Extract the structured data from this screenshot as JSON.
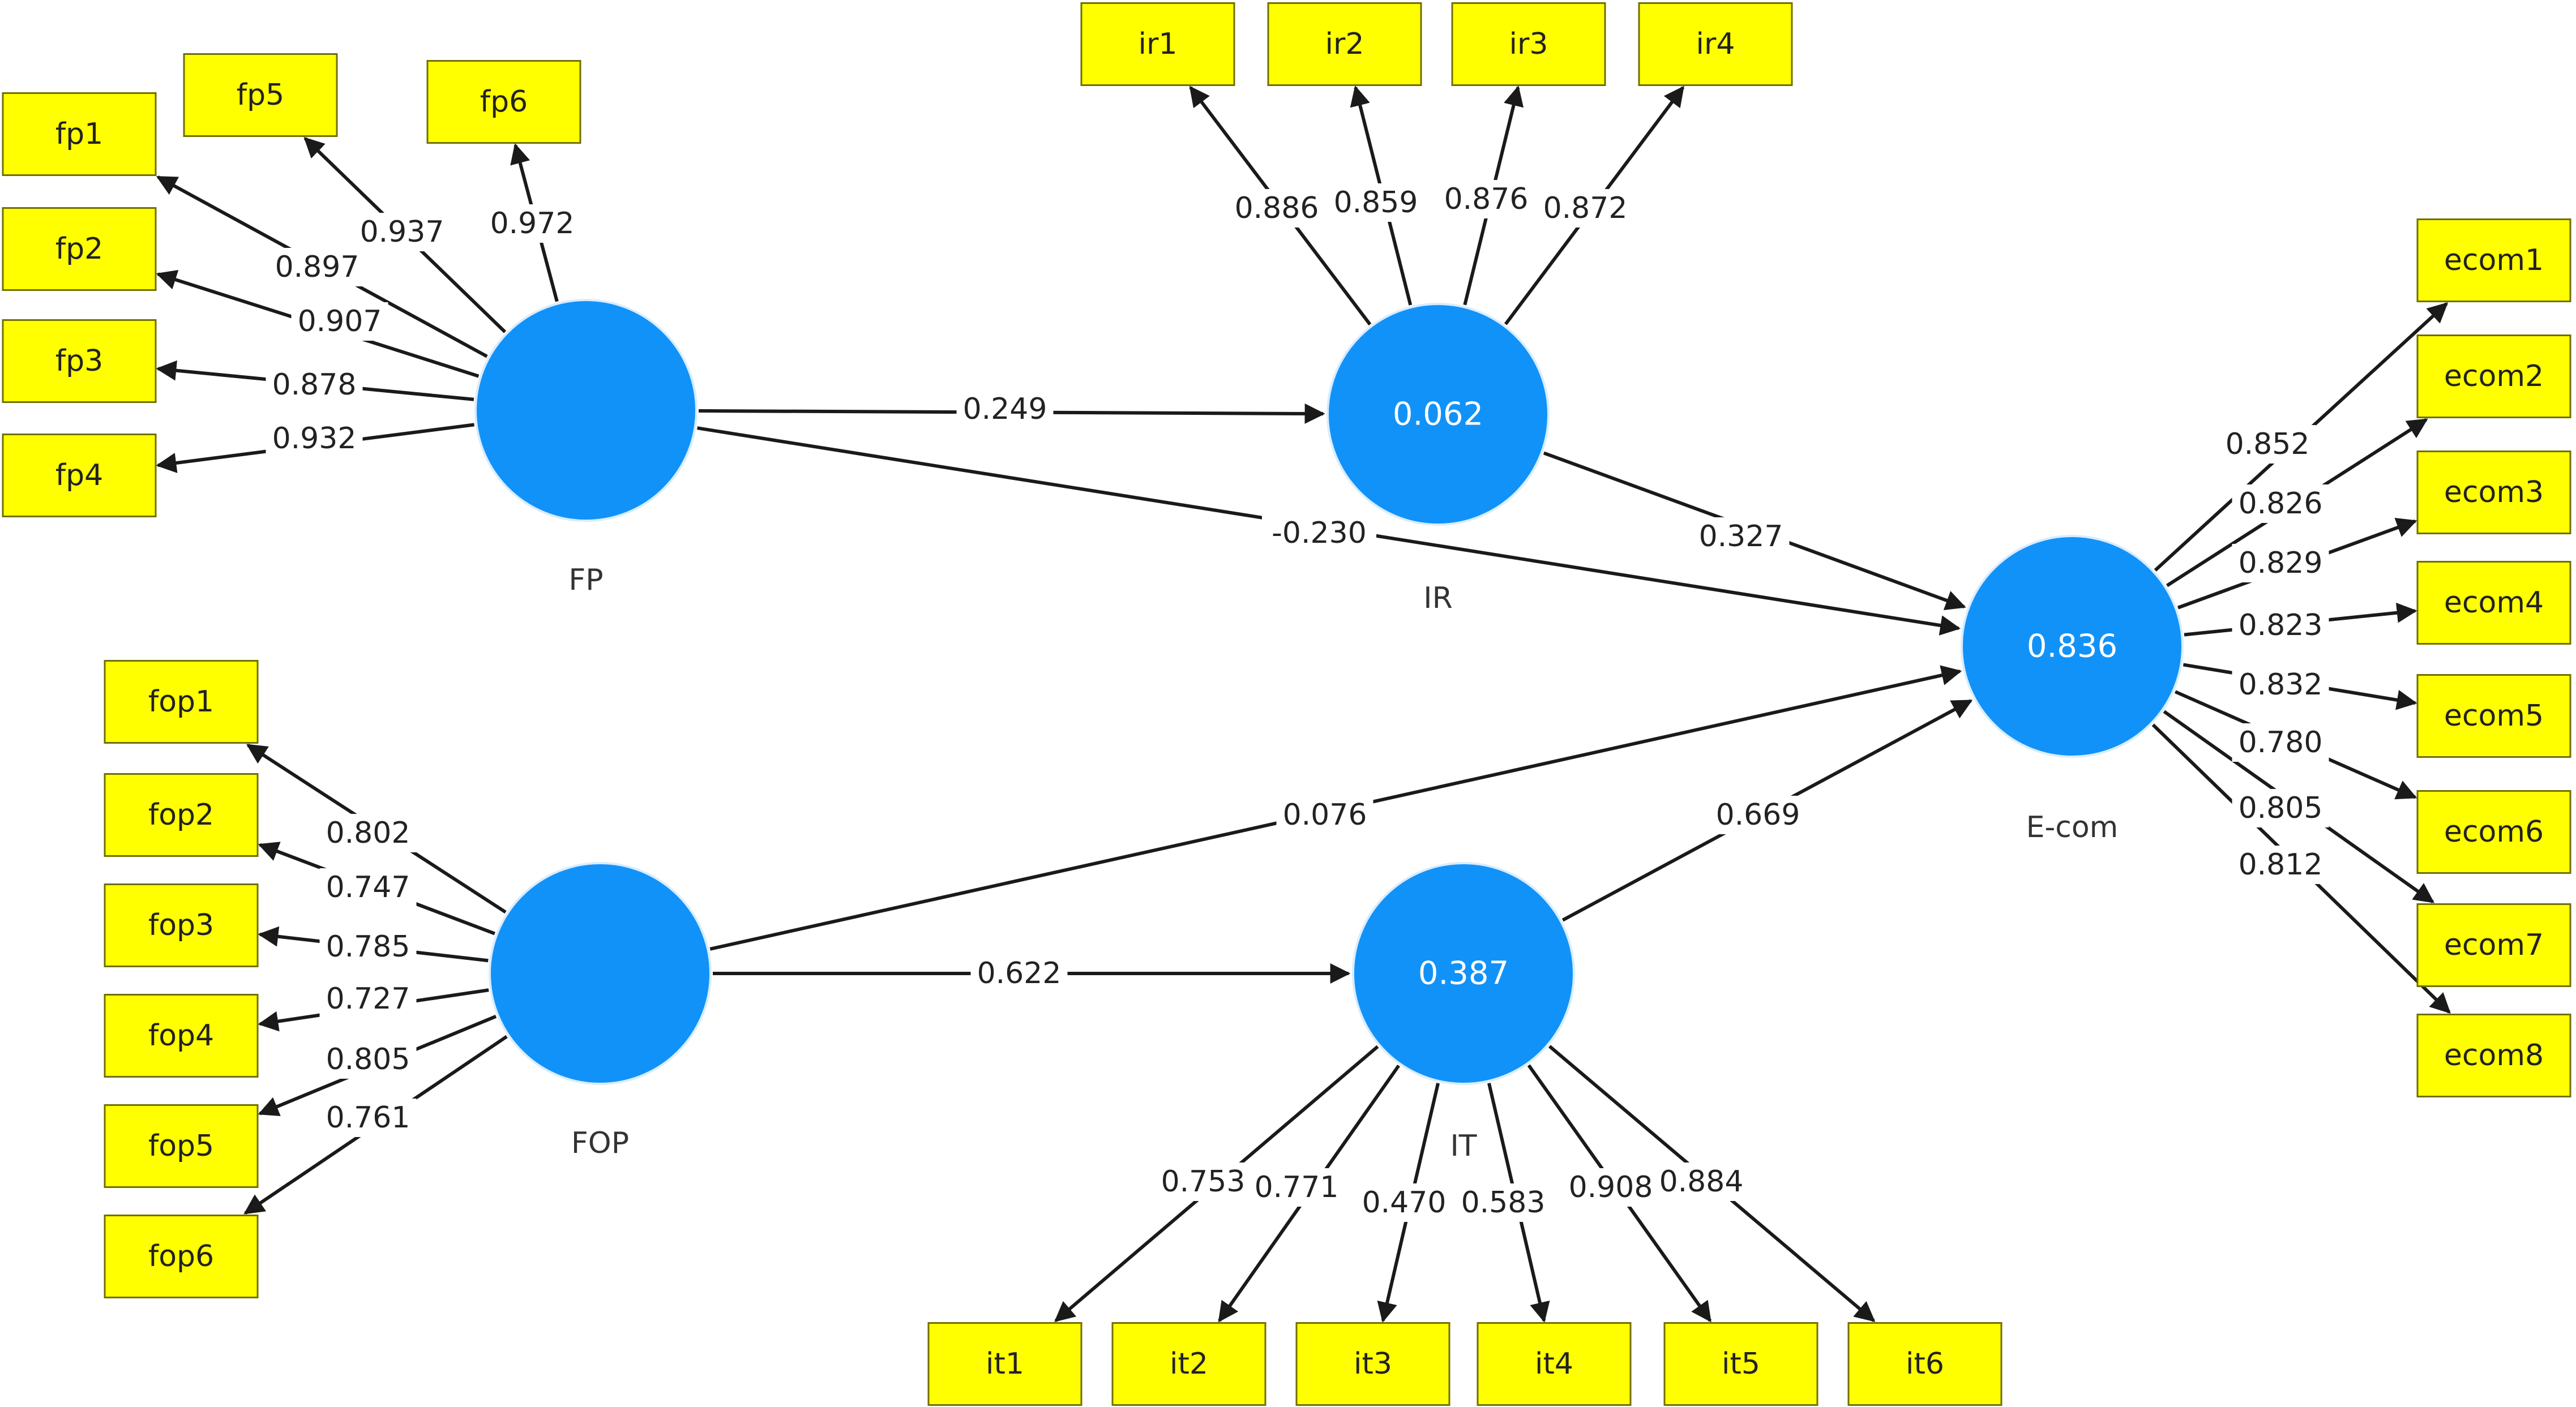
{
  "colors": {
    "construct": "#1192f8",
    "indicator": "#ffff00",
    "edge": "#1a1a1a"
  },
  "constructs": {
    "FP": {
      "label": "FP",
      "r2": ""
    },
    "IR": {
      "label": "IR",
      "r2": "0.062"
    },
    "FOP": {
      "label": "FOP",
      "r2": ""
    },
    "IT": {
      "label": "IT",
      "r2": "0.387"
    },
    "Ecom": {
      "label": "E-com",
      "r2": "0.836"
    }
  },
  "paths": [
    {
      "from": "FP",
      "to": "IR",
      "coefficient": "0.249"
    },
    {
      "from": "FP",
      "to": "Ecom",
      "coefficient": "-0.230"
    },
    {
      "from": "IR",
      "to": "Ecom",
      "coefficient": "0.327"
    },
    {
      "from": "FOP",
      "to": "Ecom",
      "coefficient": "0.076"
    },
    {
      "from": "FOP",
      "to": "IT",
      "coefficient": "0.622"
    },
    {
      "from": "IT",
      "to": "Ecom",
      "coefficient": "0.669"
    }
  ],
  "indicators": {
    "FP": [
      {
        "name": "fp1",
        "loading": "0.897"
      },
      {
        "name": "fp2",
        "loading": "0.907"
      },
      {
        "name": "fp3",
        "loading": "0.878"
      },
      {
        "name": "fp4",
        "loading": "0.932"
      },
      {
        "name": "fp5",
        "loading": "0.937"
      },
      {
        "name": "fp6",
        "loading": "0.972"
      }
    ],
    "IR": [
      {
        "name": "ir1",
        "loading": "0.886"
      },
      {
        "name": "ir2",
        "loading": "0.859"
      },
      {
        "name": "ir3",
        "loading": "0.876"
      },
      {
        "name": "ir4",
        "loading": "0.872"
      }
    ],
    "FOP": [
      {
        "name": "fop1",
        "loading": "0.802"
      },
      {
        "name": "fop2",
        "loading": "0.747"
      },
      {
        "name": "fop3",
        "loading": "0.785"
      },
      {
        "name": "fop4",
        "loading": "0.727"
      },
      {
        "name": "fop5",
        "loading": "0.805"
      },
      {
        "name": "fop6",
        "loading": "0.761"
      }
    ],
    "IT": [
      {
        "name": "it1",
        "loading": "0.753"
      },
      {
        "name": "it2",
        "loading": "0.771"
      },
      {
        "name": "it3",
        "loading": "0.470"
      },
      {
        "name": "it4",
        "loading": "0.583"
      },
      {
        "name": "it5",
        "loading": "0.908"
      },
      {
        "name": "it6",
        "loading": "0.884"
      }
    ],
    "Ecom": [
      {
        "name": "ecom1",
        "loading": "0.852"
      },
      {
        "name": "ecom2",
        "loading": "0.826"
      },
      {
        "name": "ecom3",
        "loading": "0.829"
      },
      {
        "name": "ecom4",
        "loading": "0.823"
      },
      {
        "name": "ecom5",
        "loading": "0.832"
      },
      {
        "name": "ecom6",
        "loading": "0.780"
      },
      {
        "name": "ecom7",
        "loading": "0.805"
      },
      {
        "name": "ecom8",
        "loading": "0.812"
      }
    ]
  }
}
